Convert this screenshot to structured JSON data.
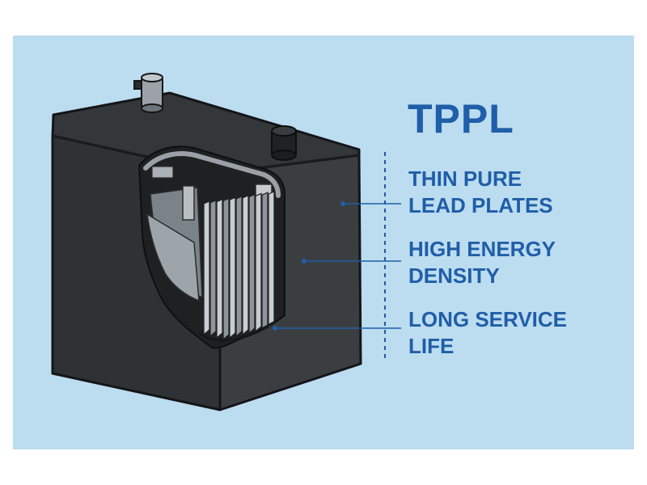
{
  "title": "TPPL",
  "features": [
    {
      "line1": "THIN PURE",
      "line2": "LEAD PLATES"
    },
    {
      "line1": "HIGH ENERGY",
      "line2": "DENSITY"
    },
    {
      "line1": "LONG SERVICE",
      "line2": "LIFE"
    }
  ],
  "colors": {
    "background": "#bcdcf0",
    "accent_text": "#1f5ea8",
    "battery_body": "#3a3d40",
    "battery_outline": "#1a1c1e"
  }
}
